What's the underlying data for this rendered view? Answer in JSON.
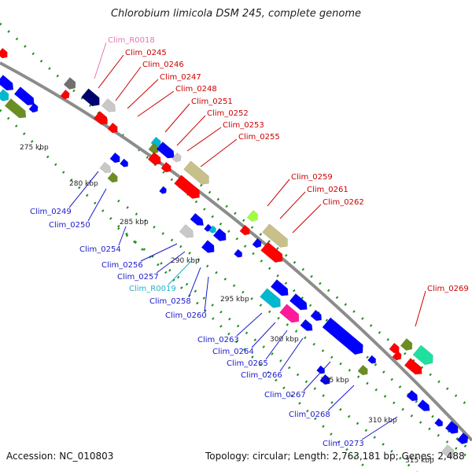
{
  "title": "Chlorobium limicola DSM 245, complete genome",
  "accession_text": "Accession: NC_010803",
  "summary_text": "Topology: circular; Length: 2,763,181 bp; Genes: 2,488",
  "colors": {
    "backbone": "#8c8c8c",
    "tick_dot": "#1f8c1f",
    "label_red": "#cc0000",
    "label_blue": "#1a1acc",
    "label_cyan": "#20b0c8",
    "label_pink": "#e07ab0",
    "feature_red": "#ff0000",
    "feature_blue": "#0000ff",
    "feature_navy": "#00006e",
    "feature_olive": "#6b8e23",
    "feature_khaki": "#c8c08a",
    "feature_silver": "#c8c8c8",
    "feature_gray": "#707070",
    "feature_cyan": "#00b8d0",
    "feature_magenta": "#ff1a9c",
    "feature_lime": "#a0ff40",
    "feature_teal": "#20e0a0"
  },
  "kbp_ticks": [
    "275 kbp",
    "280 kbp",
    "285 kbp",
    "290 kbp",
    "295 kbp",
    "300 kbp",
    "305 kbp",
    "310 kbp",
    "315 kbp"
  ],
  "gene_labels_top": [
    "Clim_R0018",
    "Clim_0245",
    "Clim_0246",
    "Clim_0247",
    "Clim_0248",
    "Clim_0251",
    "Clim_0252",
    "Clim_0253",
    "Clim_0255",
    "Clim_0259",
    "Clim_0261",
    "Clim_0262",
    "Clim_0269"
  ],
  "gene_labels_bottom": [
    "Clim_0249",
    "Clim_0250",
    "Clim_0254",
    "Clim_0256",
    "Clim_0257",
    "Clim_R0019",
    "Clim_0258",
    "Clim_0260",
    "Clim_0263",
    "Clim_0264",
    "Clim_0265",
    "Clim_0266",
    "Clim_0267",
    "Clim_0268",
    "Clim_0273"
  ]
}
